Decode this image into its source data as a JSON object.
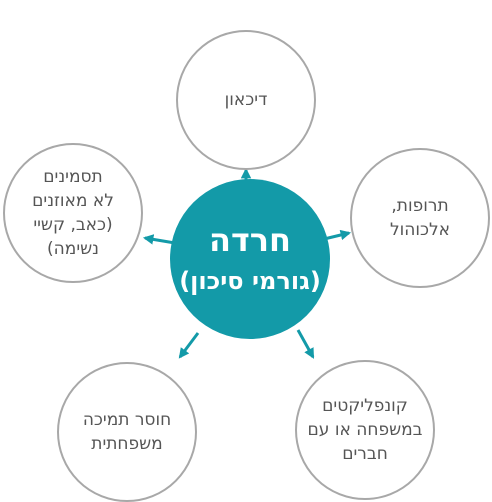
{
  "center": {
    "title": "חרדה",
    "subtitle": "(גורמי סיכון)"
  },
  "factors": {
    "top": [
      "דיכאון"
    ],
    "right": [
      "תרופות,",
      "אלכוהול"
    ],
    "left": [
      "תסמינים",
      "לא מאוזנים",
      "(כאב, קשיי",
      "נשימה)"
    ],
    "bottom_right": [
      "קונפליקטים",
      "במשפחה או עם",
      "חברים"
    ],
    "bottom_left": [
      "חוסר תמיכה",
      "משפחתית"
    ]
  },
  "colors": {
    "center_fill": "#139aa8",
    "arrow": "#139aa8",
    "circle_border": "#a8a8a8",
    "text": "#555555"
  }
}
